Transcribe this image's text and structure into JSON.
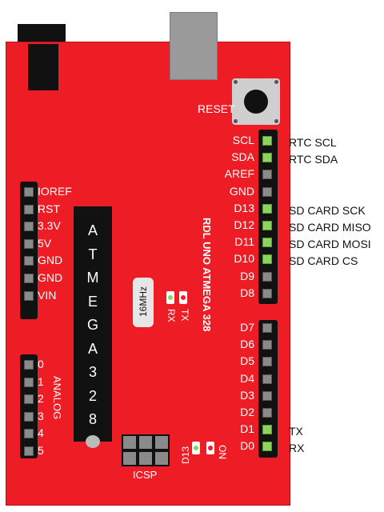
{
  "board": {
    "name": "RDL UNO ATMEGA 328",
    "reset_label": "RESET",
    "crystal_label": "16MHz",
    "chip_letters": [
      "A",
      "T",
      "M",
      "E",
      "G",
      "A",
      "3",
      "2",
      "8"
    ],
    "led_rx": "RX",
    "led_tx": "TX",
    "led_d13": "D13",
    "led_on": "ON",
    "icsp_label": "ICSP",
    "analog_label": "ANALOG"
  },
  "digital_top": [
    "SCL",
    "SDA",
    "AREF",
    "GND",
    "D13",
    "D12",
    "D11",
    "D10",
    "D9",
    "D8"
  ],
  "digital_bottom": [
    "D7",
    "D6",
    "D5",
    "D4",
    "D3",
    "D2",
    "D1",
    "D0"
  ],
  "power_pins": [
    "IOREF",
    "RST",
    "3.3V",
    "5V",
    "GND",
    "GND",
    "VIN"
  ],
  "analog_pins": [
    "0",
    "1",
    "2",
    "3",
    "4",
    "5"
  ],
  "external_labels": {
    "scl": "RTC SCL",
    "sda": "RTC SDA",
    "d13": "SD CARD SCK",
    "d12": "SD CARD MISO",
    "d11": "SD CARD MOSI",
    "d10": "SD CARD CS",
    "d1": "TX",
    "d0": "RX"
  },
  "colors": {
    "board": "#ee1c24",
    "connected_pin": "#8dd35f",
    "header": "#111111"
  }
}
